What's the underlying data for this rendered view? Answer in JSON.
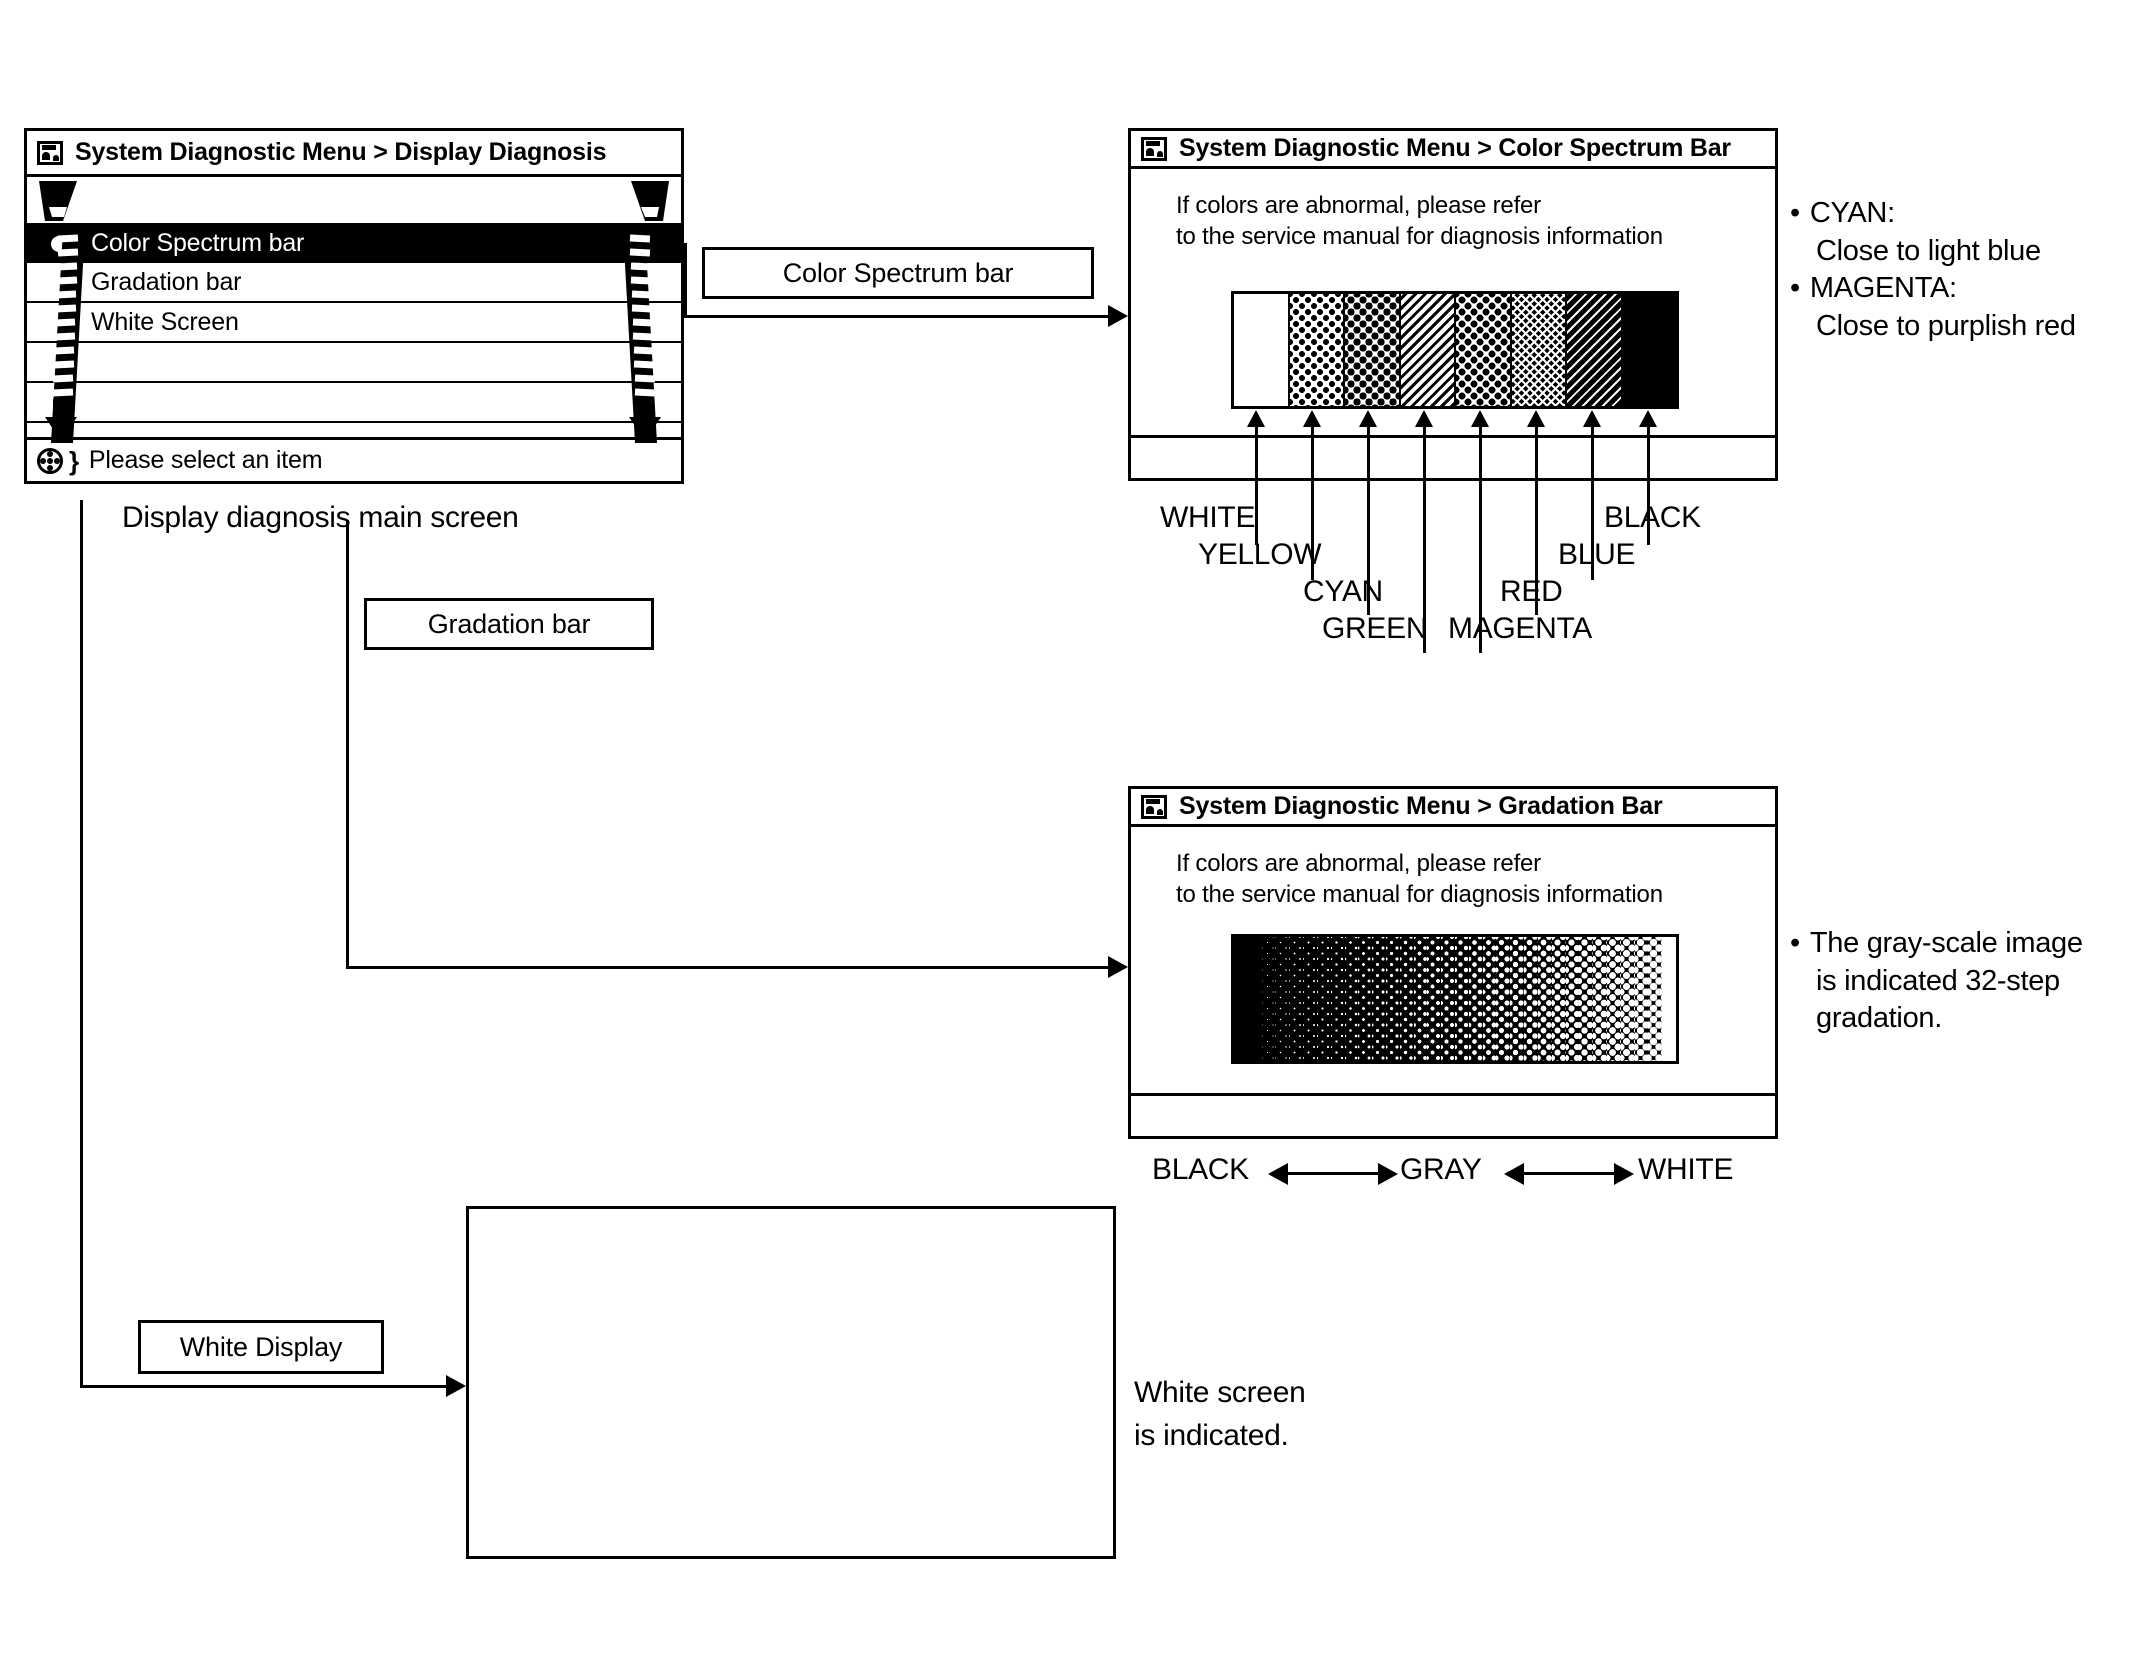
{
  "menu_window": {
    "title": "System Diagnostic Menu > Display Diagnosis",
    "title_icon": "monitor-icon",
    "items": [
      {
        "label": "Color Spectrum bar",
        "selected": true
      },
      {
        "label": "Gradation bar",
        "selected": false
      },
      {
        "label": "White Screen",
        "selected": false
      },
      {
        "label": "",
        "selected": false
      },
      {
        "label": "",
        "selected": false
      }
    ],
    "status_icon": "dpad-icon",
    "status_text": "Please select an item",
    "caption": "Display diagnosis main screen"
  },
  "flow_labels": {
    "color_spectrum": "Color Spectrum bar",
    "gradation": "Gradation bar",
    "white_display": "White Display"
  },
  "spectrum_window": {
    "title": "System Diagnostic Menu > Color Spectrum Bar",
    "title_icon": "monitor-icon",
    "note": "If colors are abnormal, please refer\nto the service manual for diagnosis information",
    "bands": [
      {
        "name": "WHITE",
        "fill": "p-white"
      },
      {
        "name": "YELLOW",
        "fill": "p-dot-1"
      },
      {
        "name": "CYAN",
        "fill": "p-dot-2"
      },
      {
        "name": "GREEN",
        "fill": "p-diag-1"
      },
      {
        "name": "MAGENTA",
        "fill": "p-dot-3"
      },
      {
        "name": "RED",
        "fill": "p-cross"
      },
      {
        "name": "BLUE",
        "fill": "p-diag-2"
      },
      {
        "name": "BLACK",
        "fill": "p-black"
      }
    ],
    "callout_labels": [
      "WHITE",
      "YELLOW",
      "CYAN",
      "GREEN",
      "MAGENTA",
      "RED",
      "BLUE",
      "BLACK"
    ],
    "notes": [
      {
        "term": "CYAN:",
        "detail": "Close to light blue"
      },
      {
        "term": "MAGENTA:",
        "detail": "Close to purplish red"
      }
    ]
  },
  "gradation_window": {
    "title": "System Diagnostic Menu > Gradation Bar",
    "title_icon": "monitor-icon",
    "note": "If colors are abnormal, please refer\nto the service manual for diagnosis information",
    "steps": 32,
    "scale_left": "BLACK",
    "scale_mid": "GRAY",
    "scale_right": "WHITE",
    "notes": [
      {
        "term": "",
        "detail": "The gray-scale image is indicated 32-step gradation."
      }
    ],
    "note_lines": [
      "The gray-scale image",
      "is indicated 32-step",
      "gradation."
    ]
  },
  "white_screen": {
    "caption_lines": [
      "White screen",
      "is indicated."
    ]
  },
  "chart_data": {
    "type": "table",
    "title": "Display Diagnosis — color spectrum band order and gradation scale",
    "spectrum_band_order": [
      "WHITE",
      "YELLOW",
      "CYAN",
      "GREEN",
      "MAGENTA",
      "RED",
      "BLUE",
      "BLACK"
    ],
    "spectrum_band_count": 8,
    "gradation_step_count": 32,
    "gradation_direction": [
      "BLACK",
      "GRAY",
      "WHITE"
    ]
  },
  "colors": {
    "ink": "#000000",
    "paper": "#ffffff"
  }
}
